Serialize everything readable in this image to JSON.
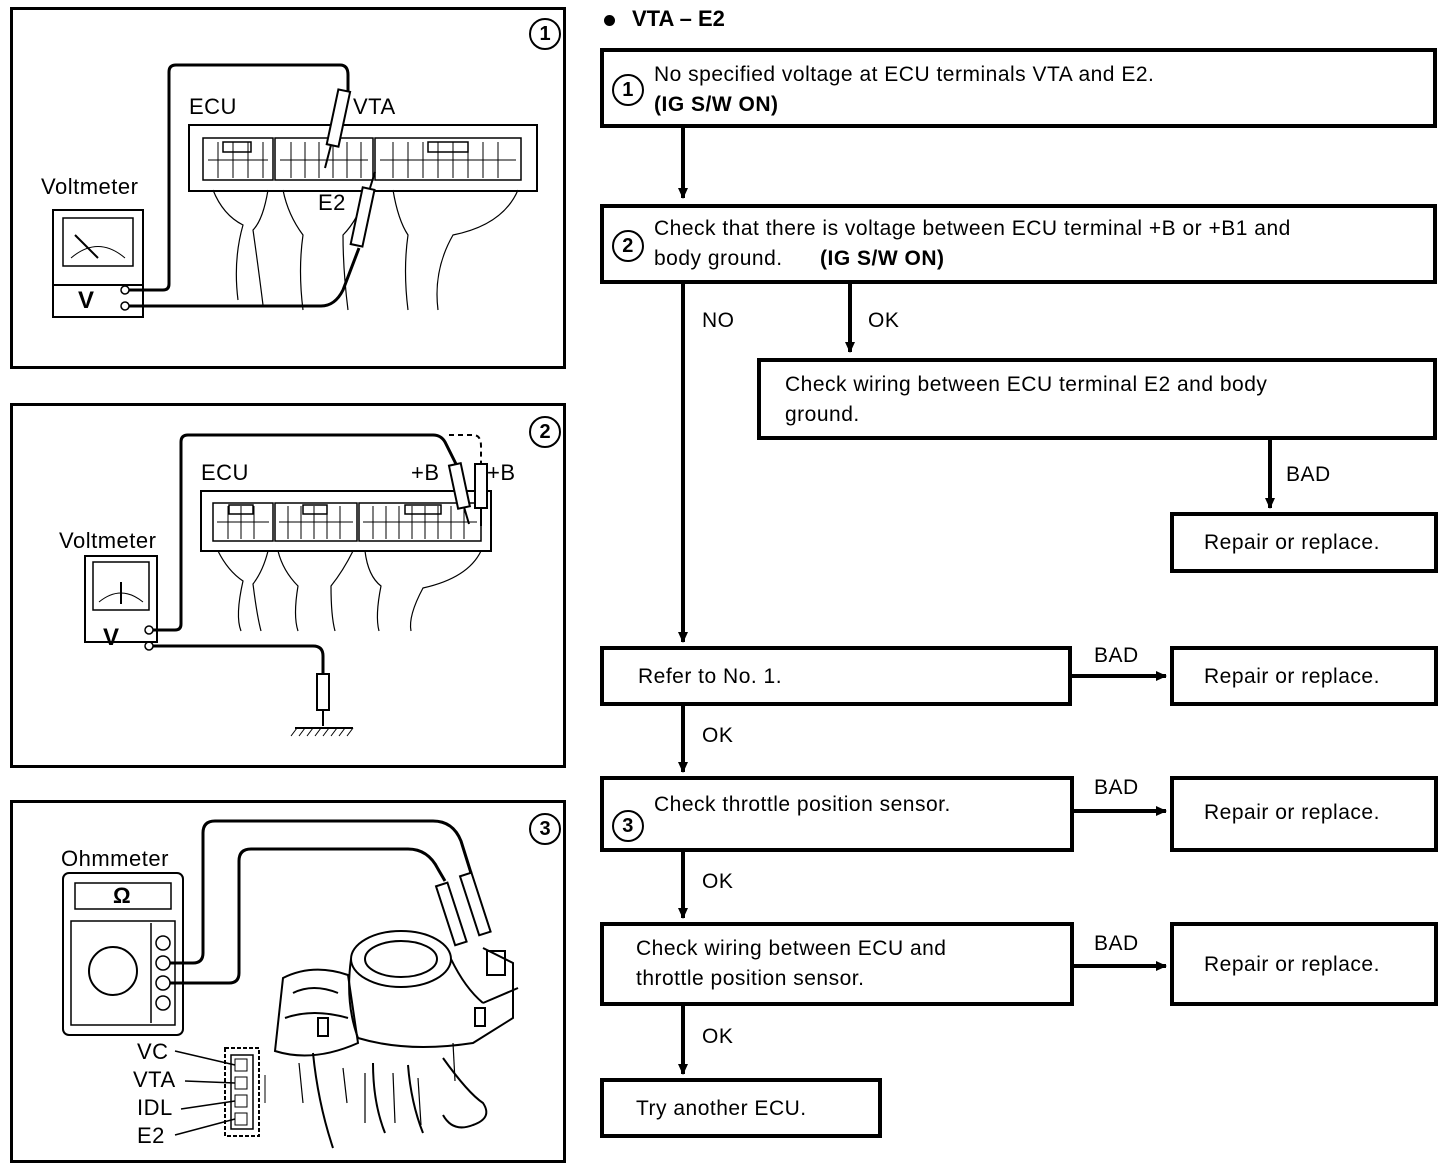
{
  "title": "VTA – E2",
  "panels": [
    {
      "number": "1",
      "labels": {
        "ecu": "ECU",
        "vta": "VTA",
        "e2": "E2",
        "meter": "Voltmeter",
        "v": "V"
      }
    },
    {
      "number": "2",
      "labels": {
        "ecu": "ECU",
        "b1": "+B",
        "b2": "+B",
        "meter": "Voltmeter",
        "v": "V"
      }
    },
    {
      "number": "3",
      "labels": {
        "meter": "Ohmmeter",
        "omega": "Ω",
        "vc": "VC",
        "vta": "VTA",
        "idl": "IDL",
        "e2": "E2"
      }
    }
  ],
  "flow": {
    "step1": {
      "num": "1",
      "line1": "No specified voltage at ECU terminals VTA and E2.",
      "line2": "(IG S/W ON)"
    },
    "step2": {
      "num": "2",
      "line1": "Check that there is voltage between ECU terminal +B or +B1 and",
      "line2a": "body ground.",
      "line2b": "(IG S/W ON)"
    },
    "wiring_e2": {
      "line1": "Check wiring between ECU terminal E2 and body",
      "line2": "ground."
    },
    "repair": "Repair or replace.",
    "refer": "Refer to No. 1.",
    "step3": {
      "num": "3",
      "line1": "Check throttle position sensor."
    },
    "wiring_sensor": {
      "line1": "Check wiring between ECU and",
      "line2": "throttle position sensor."
    },
    "try_ecu": "Try another ECU.",
    "labels": {
      "no": "NO",
      "ok": "OK",
      "bad": "BAD"
    }
  }
}
